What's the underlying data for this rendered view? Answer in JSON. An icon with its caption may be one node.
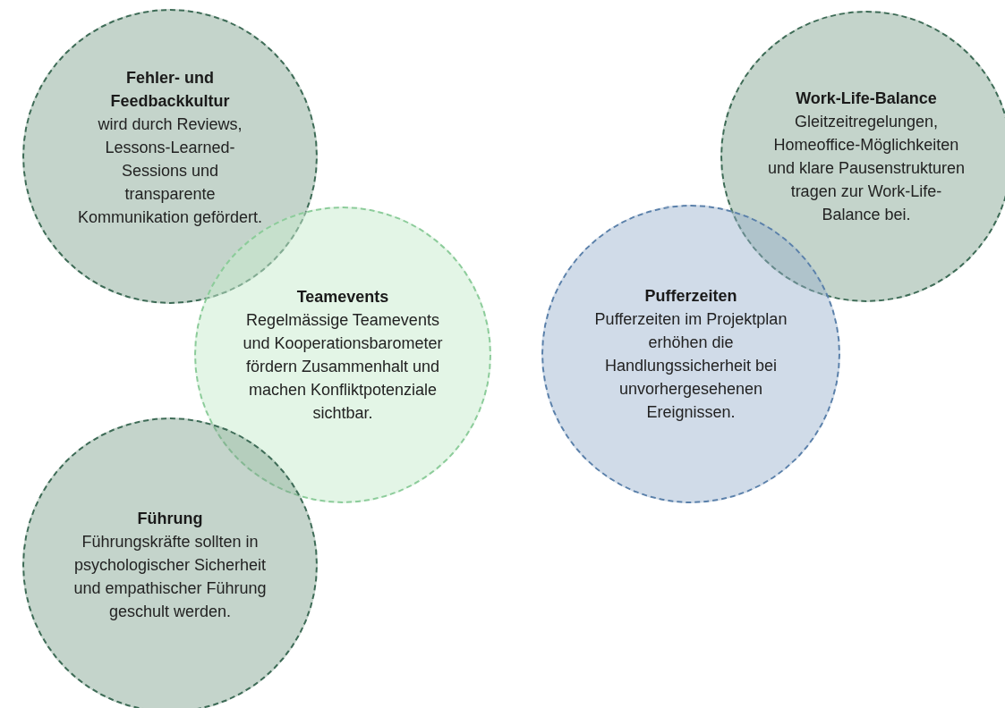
{
  "diagram": {
    "nodes": [
      {
        "text": [
          "Fehler- und Feedbackkultur",
          "wird durch Reviews, Lessons-Learned-Sessions und transparente Kommunikation gefördert."
        ]
      },
      {
        "text": [
          "Work-Life-Balance",
          "Gleitzeitregelungen, Homeoffice-Möglichkeiten und klare Pausenstrukturen tragen zur Work-Life-Balance bei."
        ]
      },
      {
        "text": [
          "Teamevents",
          "Regelmässige Teamevents und Kooperationsbarometer fördern Zusammenhalt und machen Konfliktpotenziale sichtbar."
        ]
      },
      {
        "text": [
          "Pufferzeiten",
          "Pufferzeiten im Projektplan erhöhen die Handlungssicherheit bei unvorhergesehenen Ereignissen."
        ]
      },
      {
        "text": [
          "Führung",
          "Führungskräfte sollten in psychologischer Sicherheit und empathischer Führung geschult werden."
        ]
      }
    ],
    "edges": []
  }
}
